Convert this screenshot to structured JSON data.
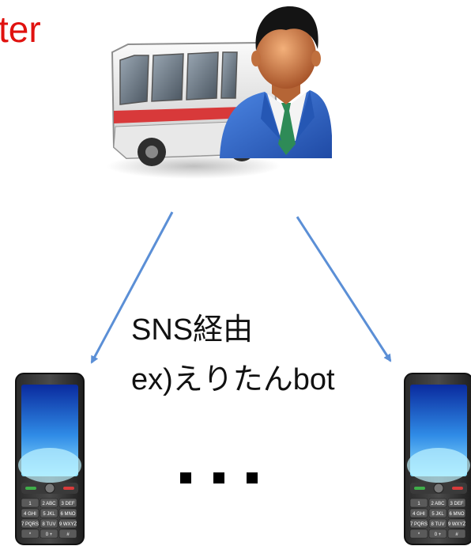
{
  "title": "ter",
  "label": {
    "line1": "SNS経由",
    "line2": "ex)えりたんbot"
  },
  "colors": {
    "title": "#e0120f",
    "arrow": "#5b8fd6",
    "bus_stripe": "#d8393a",
    "person_suit": "#2d63c6",
    "person_tie": "#2e8b57"
  },
  "icons": {
    "bus": "bus-icon",
    "person": "businessman-icon",
    "phone": "mobile-phone-icon"
  },
  "phone_keys": [
    [
      "1",
      "2 ABC",
      "3 DEF"
    ],
    [
      "4 GHI",
      "5 JKL",
      "6 MNO"
    ],
    [
      "7 PQRS",
      "8 TUV",
      "9 WXYZ"
    ],
    [
      "*",
      "0 +",
      "#"
    ]
  ]
}
